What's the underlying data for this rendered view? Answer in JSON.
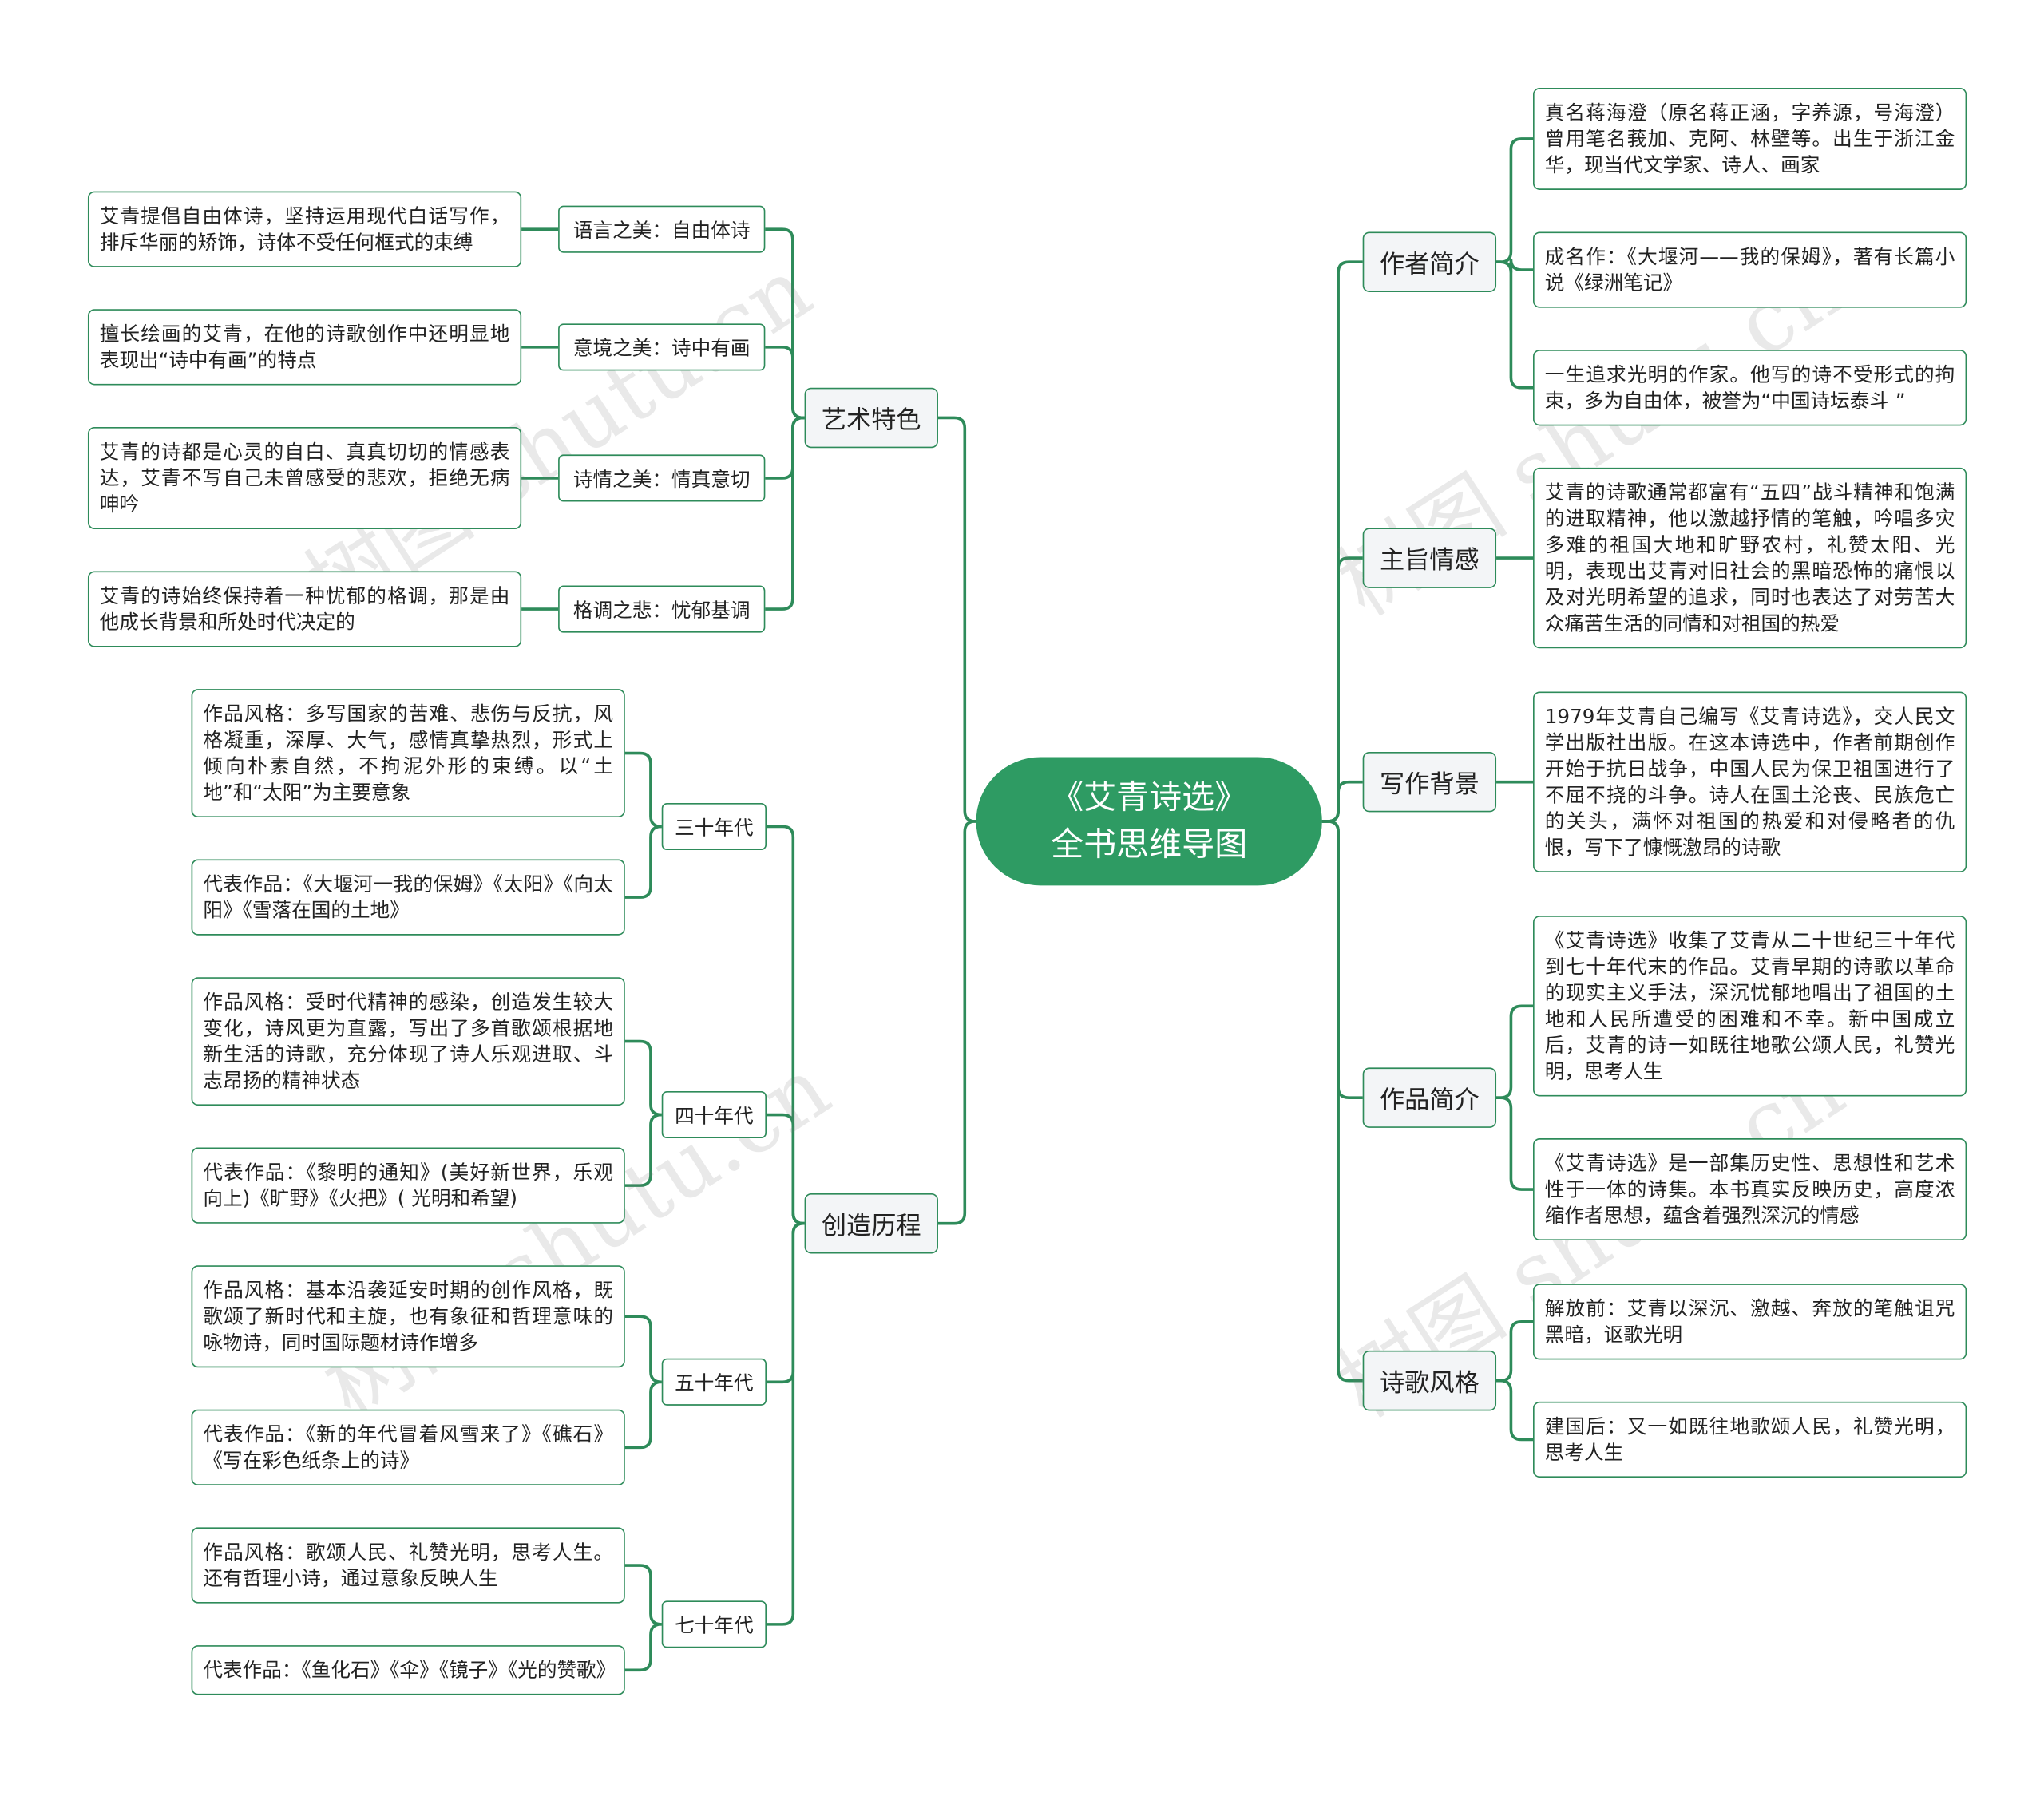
{
  "root": {
    "line1": "《艾青诗选》",
    "line2": "全书思维导图"
  },
  "left": {
    "yishu": {
      "label": "艺术特色",
      "items": [
        {
          "label": "语言之美：自由体诗",
          "text": "艾青提倡自由体诗，坚持运用现代白话写作，排斥华丽的矫饰，诗体不受任何框式的束缚"
        },
        {
          "label": "意境之美：诗中有画",
          "text": "擅长绘画的艾青，在他的诗歌创作中还明显地表现出“诗中有画”的特点"
        },
        {
          "label": "诗情之美：情真意切",
          "text": "艾青的诗都是心灵的自白、真真切切的情感表达，艾青不写自己未曾感受的悲欢，拒绝无病呻吟"
        },
        {
          "label": "格调之悲：忧郁基调",
          "text": "艾青的诗始终保持着一种忧郁的格调，那是由他成长背景和所处时代决定的"
        }
      ]
    },
    "chuangzao": {
      "label": "创造历程",
      "items": [
        {
          "label": "三十年代",
          "style": "作品风格：多写国家的苦难、悲伤与反抗，风格凝重，深厚、大气，感情真挚热烈，形式上倾向朴素自然，不拘泥外形的束缚。以“土地”和“太阳”为主要意象",
          "works": "代表作品：《大堰河一我的保姆》《太阳》《向太阳》《雪落在国的土地》"
        },
        {
          "label": "四十年代",
          "style": "作品风格：受时代精神的感染，创造发生较大变化，诗风更为直露，写出了多首歌颂根据地新生活的诗歌，充分体现了诗人乐观进取、斗志昂扬的精神状态",
          "works": "代表作品：《黎明的通知》(美好新世界，乐观向上)《旷野》《火把》( 光明和希望)"
        },
        {
          "label": "五十年代",
          "style": "作品风格：基本沿袭延安时期的创作风格，既歌颂了新时代和主旋，也有象征和哲理意味的咏物诗，同时国际题材诗作增多",
          "works": "代表作品：《新的年代冒着风雪来了》《礁石》《写在彩色纸条上的诗》"
        },
        {
          "label": "七十年代",
          "style": "作品风格：歌颂人民、礼赞光明，思考人生。还有哲理小诗，通过意象反映人生",
          "works": "代表作品：《鱼化石》《伞》《镜子》《光的赞歌》"
        }
      ]
    }
  },
  "right": {
    "zuozhe": {
      "label": "作者简介",
      "items": [
        "真名蒋海澄（原名蒋正涵，字养源，号海澄）曾用笔名莪加、克阿、林壁等。出生于浙江金华，现当代文学家、诗人、画家",
        "成名作：《大堰河——我的保姆》，著有长篇小说《绿洲笔记》",
        "一生追求光明的作家。他写的诗不受形式的拘束，多为自由体，被誉为“中国诗坛泰斗 ”"
      ]
    },
    "zhuzhi": {
      "label": "主旨情感",
      "items": [
        "艾青的诗歌通常都富有“五四”战斗精神和饱满的进取精神，他以激越抒情的笔触，吟唱多灾多难的祖国大地和旷野农村，礼赞太阳、光明，表现出艾青对旧社会的黑暗恐怖的痛恨以及对光明希望的追求，同时也表达了对劳苦大众痛苦生活的同情和对祖国的热爱"
      ]
    },
    "xiezuo": {
      "label": "写作背景",
      "items": [
        "1979年艾青自己编写《艾青诗选》，交人民文学出版社出版。在这本诗选中，作者前期创作开始于抗日战争，中国人民为保卫祖国进行了不屈不挠的斗争。诗人在国土沦丧、民族危亡的关头，满怀对祖国的热爱和对侵略者的仇恨，写下了慷慨激昂的诗歌"
      ]
    },
    "zuopin": {
      "label": "作品简介",
      "items": [
        "《艾青诗选》收集了艾青从二十世纪三十年代到七十年代末的作品。艾青早期的诗歌以革命的现实主义手法，深沉忧郁地唱出了祖国的土地和人民所遭受的困难和不幸。新中国成立后，艾青的诗一如既往地歌公颂人民，礼赞光明，思考人生",
        "《艾青诗选》是一部集历史性、思想性和艺术性于一体的诗集。本书真实反映历史，高度浓缩作者思想，蕴含着强烈深沉的情感"
      ]
    },
    "shige": {
      "label": "诗歌风格",
      "items": [
        "解放前：艾青以深沉、激越、奔放的笔触诅咒黑暗，讴歌光明",
        "建国后：又一如既往地歌颂人民，礼赞光明，思考人生"
      ]
    }
  },
  "watermark": "树图 shutu.cn",
  "colors": {
    "accent": "#2e9b63",
    "line": "#2e8b5a",
    "branch_bg": "#f3f5f7"
  }
}
